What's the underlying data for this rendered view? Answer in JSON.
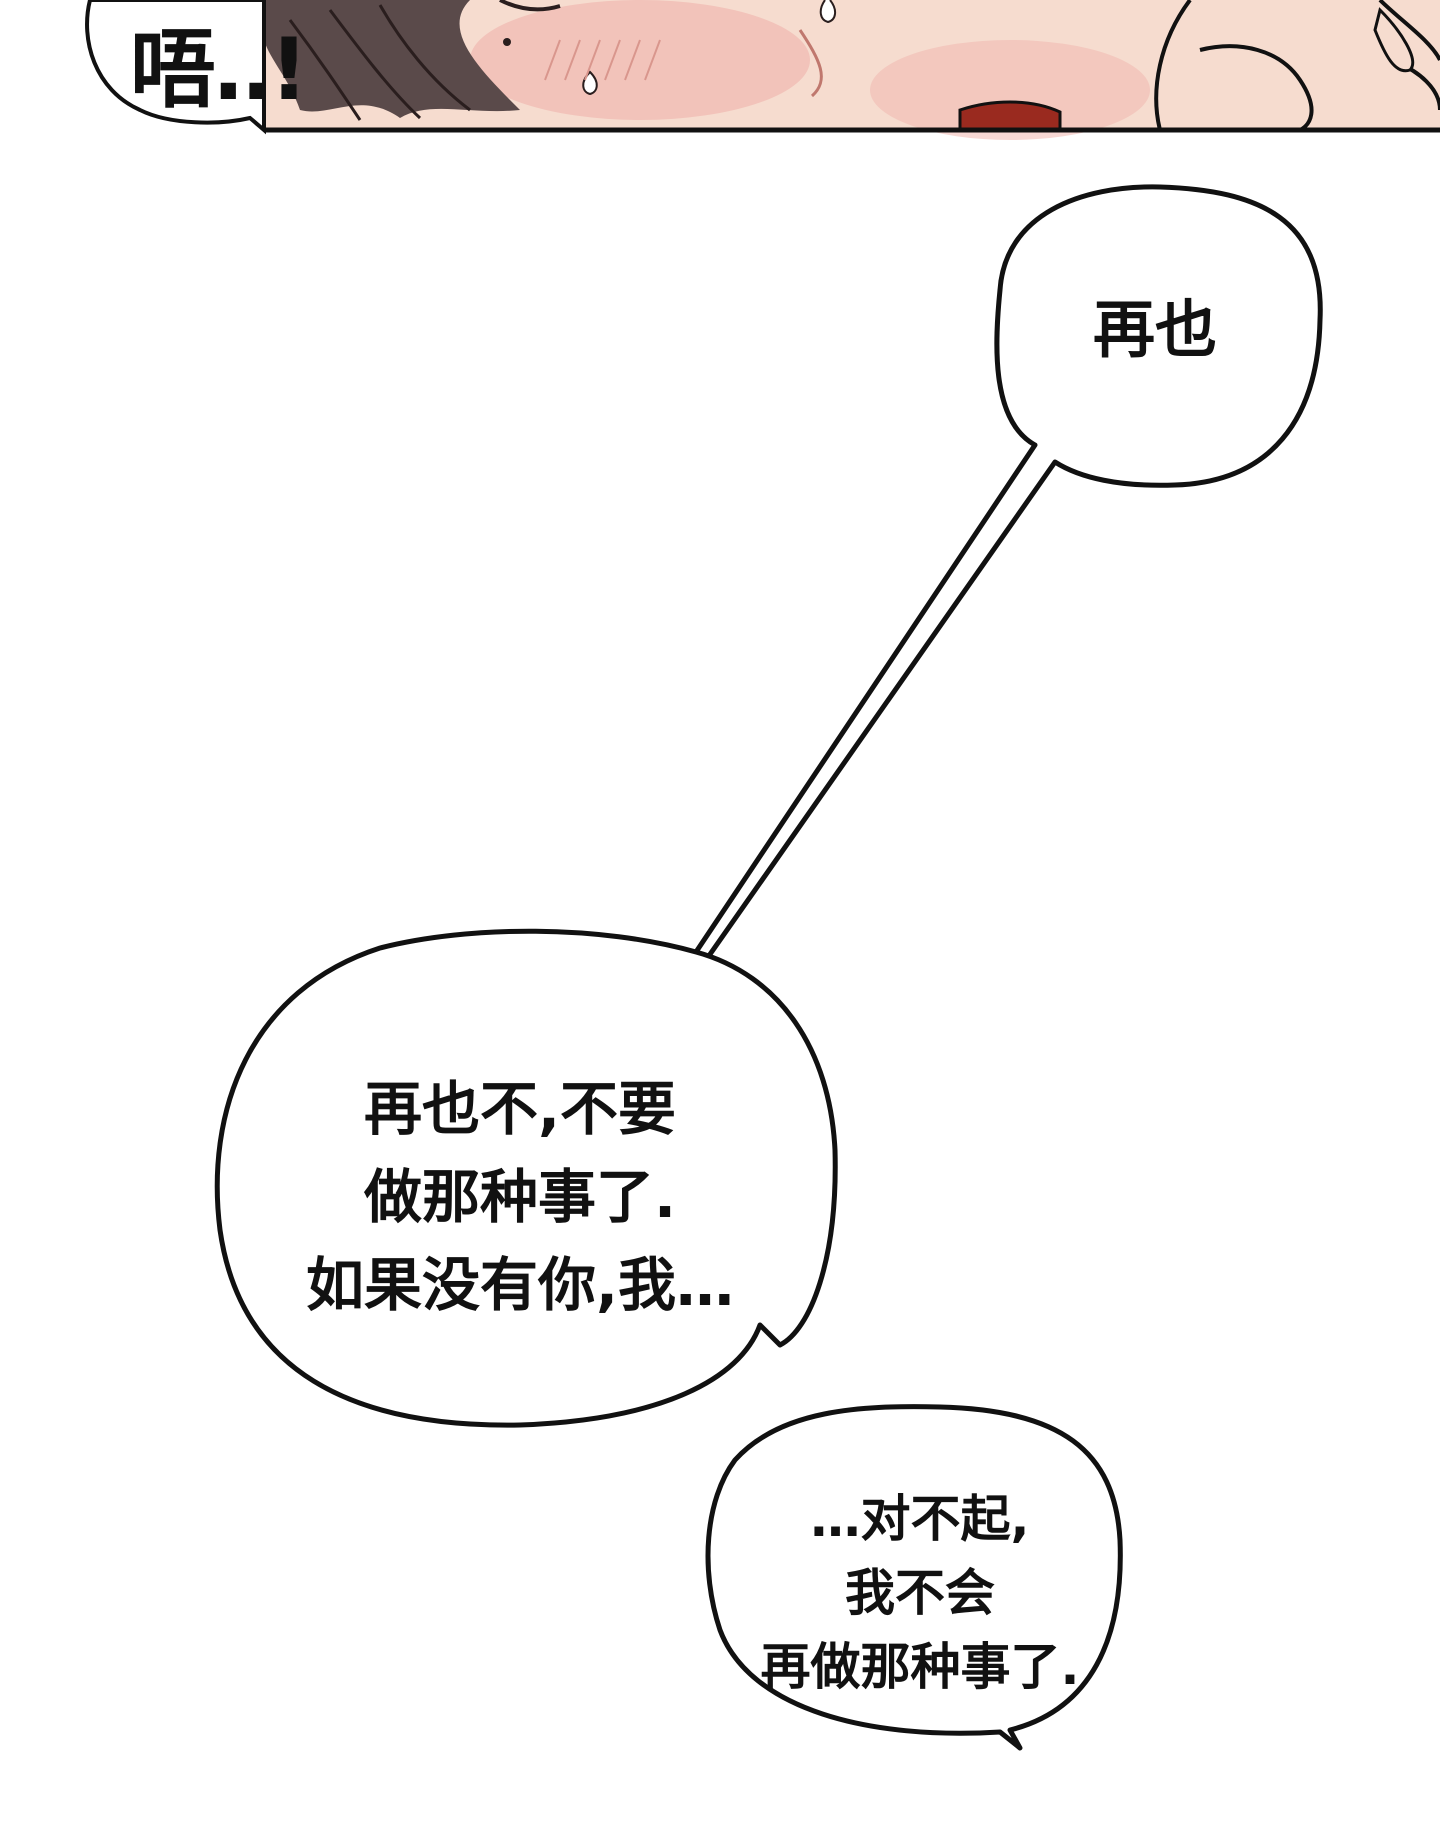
{
  "panel": {
    "sfx": "唔..!"
  },
  "bubbles": [
    {
      "lines": [
        "再也"
      ]
    },
    {
      "lines": [
        "再也不,不要",
        "做那种事了.",
        "如果没有你,我…"
      ]
    },
    {
      "lines": [
        "…对不起,",
        "我不会",
        "再做那种事了."
      ]
    }
  ],
  "colors": {
    "skin": "#f6dccf",
    "blush": "#f1b8b0",
    "hair": "#5a4a4a",
    "ink": "#111111",
    "mouth": "#9a2a1f"
  }
}
